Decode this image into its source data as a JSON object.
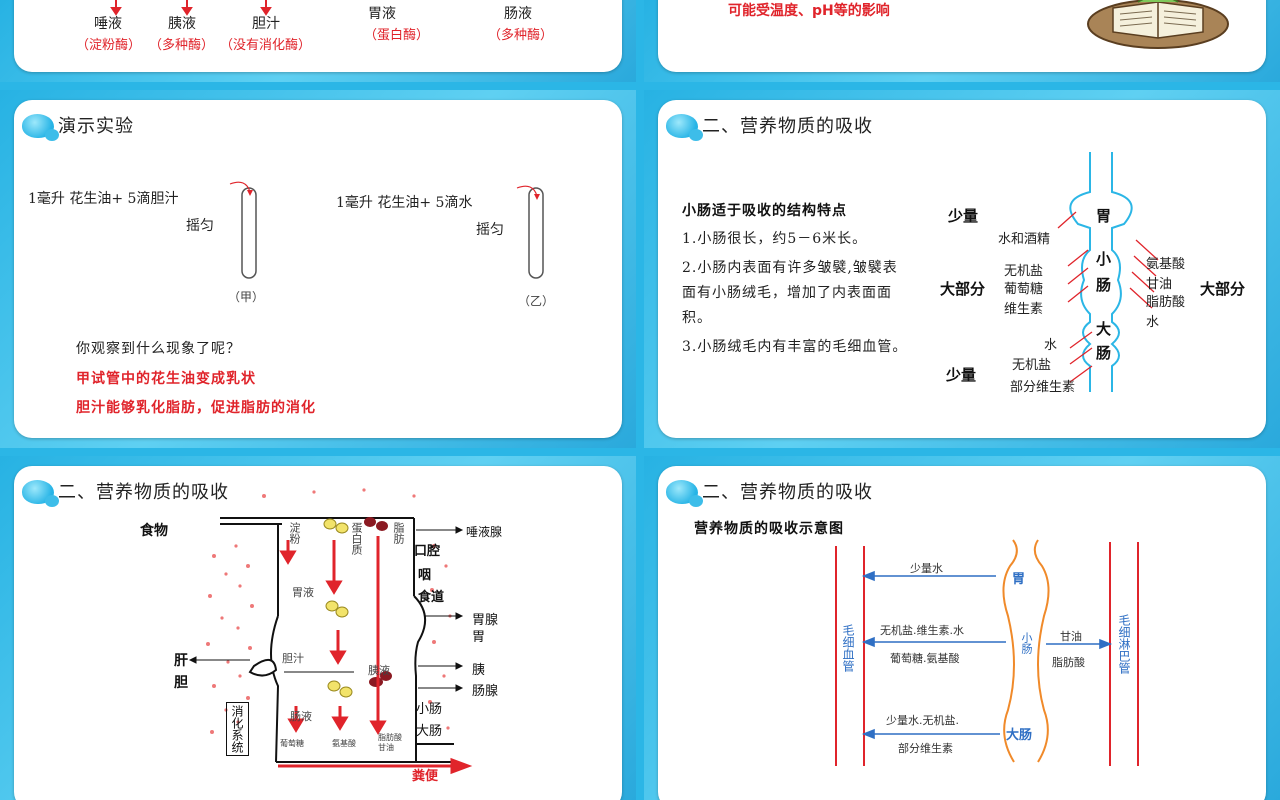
{
  "s1": {
    "items": [
      {
        "name": "唾液",
        "enzyme": "（淀粉酶）"
      },
      {
        "name": "胰液",
        "enzyme": "（多种酶）"
      },
      {
        "name": "胆汁",
        "enzyme": "（没有消化酶）"
      },
      {
        "name": "胃液",
        "enzyme": "（蛋白酶）"
      },
      {
        "name": "肠液",
        "enzyme": "（多种酶）"
      }
    ]
  },
  "s2": {
    "note": "可能受温度、pH等的影响"
  },
  "s3": {
    "title": "演示实验",
    "expA_line1": "1毫升  花生油+  5滴胆汁",
    "expA_line2": "摇匀",
    "expA_label": "（甲）",
    "expB_line1": "1毫升  花生油+  5滴水",
    "expB_line2": "摇匀",
    "expB_label": "（乙）",
    "question": "你观察到什么现象了呢？",
    "answer1": "甲试管中的花生油变成乳状",
    "answer2": "胆汁能够乳化脂肪，促进脂肪的消化"
  },
  "s4": {
    "title": "二、营养物质的吸收",
    "subtitle": "小肠适于吸收的结构特点",
    "points": [
      "1.小肠很长，约5－6米长。",
      "2.小肠内表面有许多皱襞,皱襞表",
      "面有小肠绒毛，增加了内表面面",
      "积。",
      "3.小肠绒毛内有丰富的毛细血管。"
    ],
    "diagram": {
      "stomach": "胃",
      "small1": "小",
      "small2": "肠",
      "large1": "大",
      "large2": "肠",
      "less_top": "少量",
      "water_alcohol": "水和酒精",
      "most_left": "大部分",
      "left_items": [
        "无机盐",
        "葡萄糖",
        "维生素"
      ],
      "right_items": [
        "氨基酸",
        "甘油",
        "脂肪酸",
        "水"
      ],
      "most_right": "大部分",
      "less_bottom": "少量",
      "bottom_items": [
        "水",
        "无机盐",
        "部分维生素"
      ]
    }
  },
  "s5": {
    "title": "二、营养物质的吸收",
    "food": "食物",
    "starch": "淀粉",
    "protein": "蛋白质",
    "fat": "脂肪",
    "right_labels": [
      "唾液腺",
      "口腔",
      "咽",
      "食道",
      "胃腺",
      "胃",
      "胰",
      "肠腺",
      "小肠",
      "大肠"
    ],
    "liver": "肝",
    "gall": "胆",
    "system": "消化系统",
    "gastric": "胃液",
    "bile": "胆汁",
    "pancreatic": "胰液",
    "intestinal": "肠液",
    "glucose": "葡萄糖",
    "amino": "氨基酸",
    "fattyacid": "脂肪酸",
    "glycerol": "甘油",
    "feces": "粪便"
  },
  "s6": {
    "title": "二、营养物质的吸收",
    "subtitle": "营养物质的吸收示意图",
    "capillary": "毛细血管",
    "lymph": "毛细淋巴管",
    "stomach": "胃",
    "small": "小肠",
    "large": "大肠",
    "water_less": "少量水",
    "mid1": "无机盐.维生素.水",
    "mid2": "葡萄糖.氨基酸",
    "glycerol": "甘油",
    "fattyacid": "脂肪酸",
    "bottom1": "少量水.无机盐.",
    "bottom2": "部分维生素"
  },
  "colors": {
    "red": "#e0242b",
    "blue": "#2f6fc4",
    "orange": "#f08a2a",
    "cyan": "#2bb6e6"
  }
}
